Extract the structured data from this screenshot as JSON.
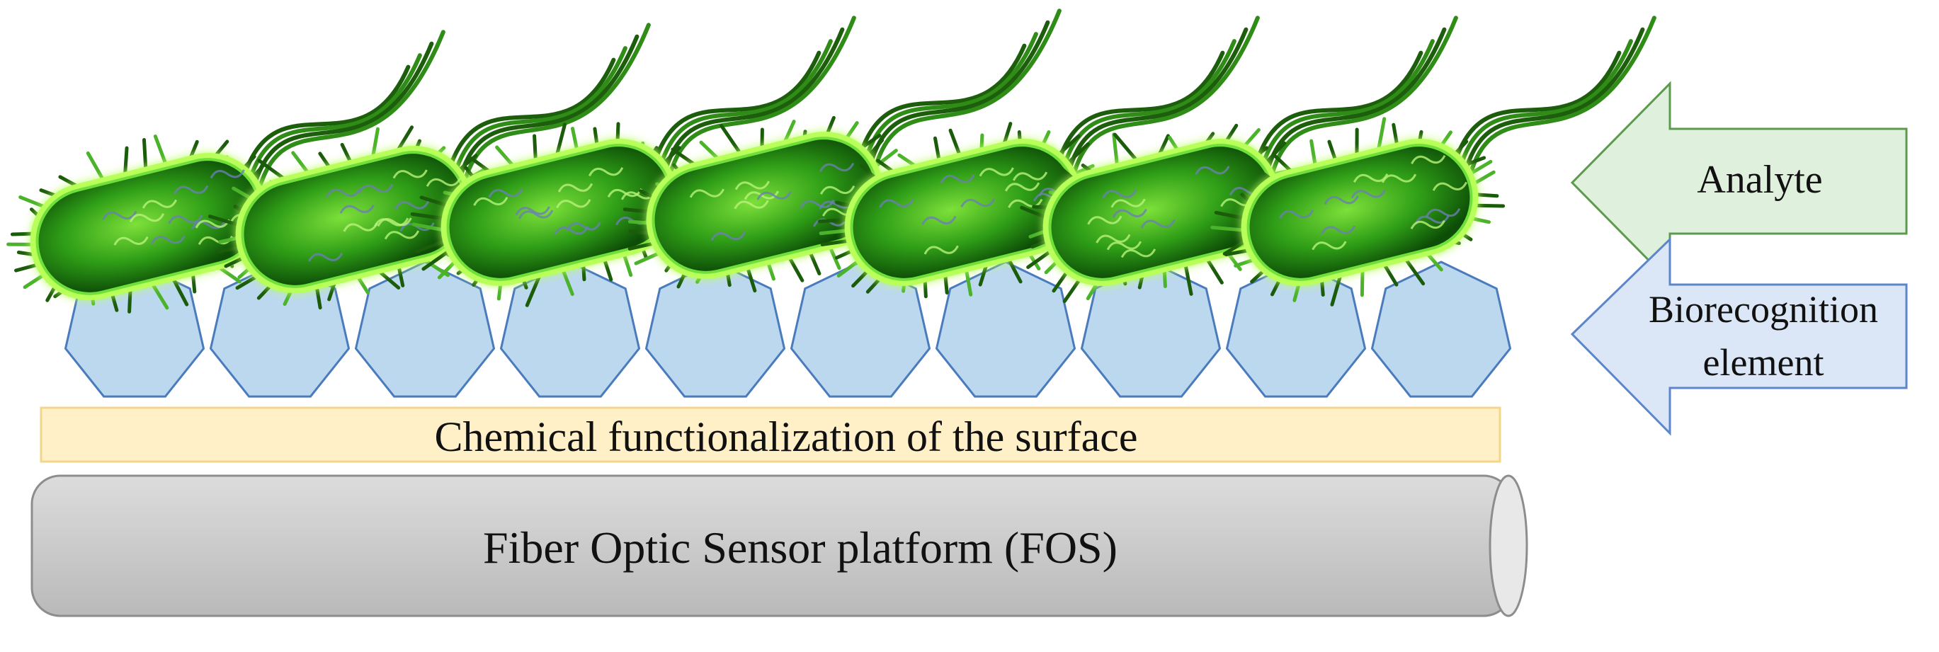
{
  "labels": {
    "analyte": "Analyte",
    "biorecognition_line1": "Biorecognition",
    "biorecognition_line2": "element",
    "functionalization": "Chemical functionalization of the surface",
    "fiber": "Fiber Optic Sensor platform (FOS)"
  },
  "colors": {
    "heptagon_fill": "#bcd8ef",
    "heptagon_stroke": "#4a7bbd",
    "functional_fill": "#fff0c8",
    "functional_stroke": "#f2d68a",
    "fiber_fill": "#cfcfcf",
    "fiber_stroke": "#8d8d8d",
    "analyte_arrow_fill": "#dff0dc",
    "analyte_arrow_stroke": "#5c9a4e",
    "bio_arrow_fill": "#dbe6f6",
    "bio_arrow_stroke": "#5b86c9",
    "bacteria_body": "#3cb81e",
    "bacteria_dark": "#0c4a08",
    "bacteria_glow": "#b8ff5a"
  },
  "icons": {
    "bacterium": "bacterium-icon",
    "heptagon": "heptagon-icon"
  }
}
